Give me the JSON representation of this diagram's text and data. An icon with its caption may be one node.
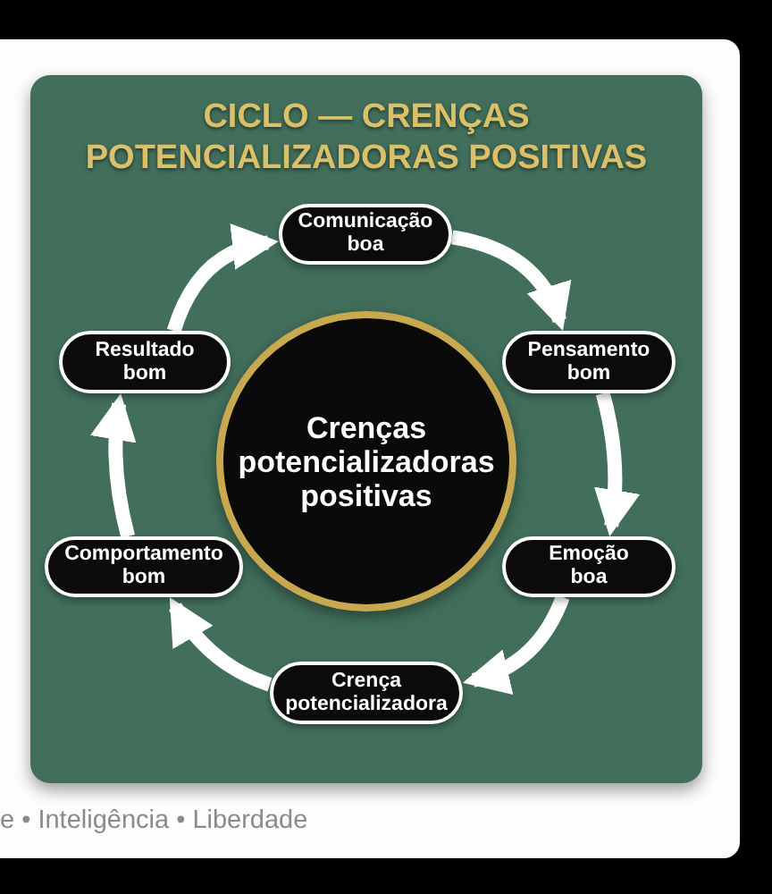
{
  "diagram": {
    "title": "CICLO — CRENÇAS POTENCIALIZADORAS POSITIVAS",
    "nodes": [
      {
        "text": [
          "Comunicação boa"
        ]
      },
      {
        "text": [
          "Resultado bom"
        ]
      },
      {
        "text": [
          "Pensamento bom"
        ]
      },
      {
        "text": [
          "Crenças potencializadoras positivas"
        ]
      },
      {
        "text": [
          "Comportamento bom"
        ]
      },
      {
        "text": [
          "Emoção boa"
        ]
      },
      {
        "text": [
          "Crença potencializadora"
        ]
      }
    ],
    "edges": [
      {
        "from": 0,
        "to": 2,
        "arrow": "to"
      },
      {
        "from": 2,
        "to": 5,
        "arrow": "to"
      },
      {
        "from": 5,
        "to": 6,
        "arrow": "to"
      },
      {
        "from": 6,
        "to": 4,
        "arrow": "to"
      },
      {
        "from": 4,
        "to": 1,
        "arrow": "to"
      },
      {
        "from": 1,
        "to": 0,
        "arrow": "to"
      }
    ],
    "labels": [
      "e • Inteligência • Liberdade"
    ]
  }
}
